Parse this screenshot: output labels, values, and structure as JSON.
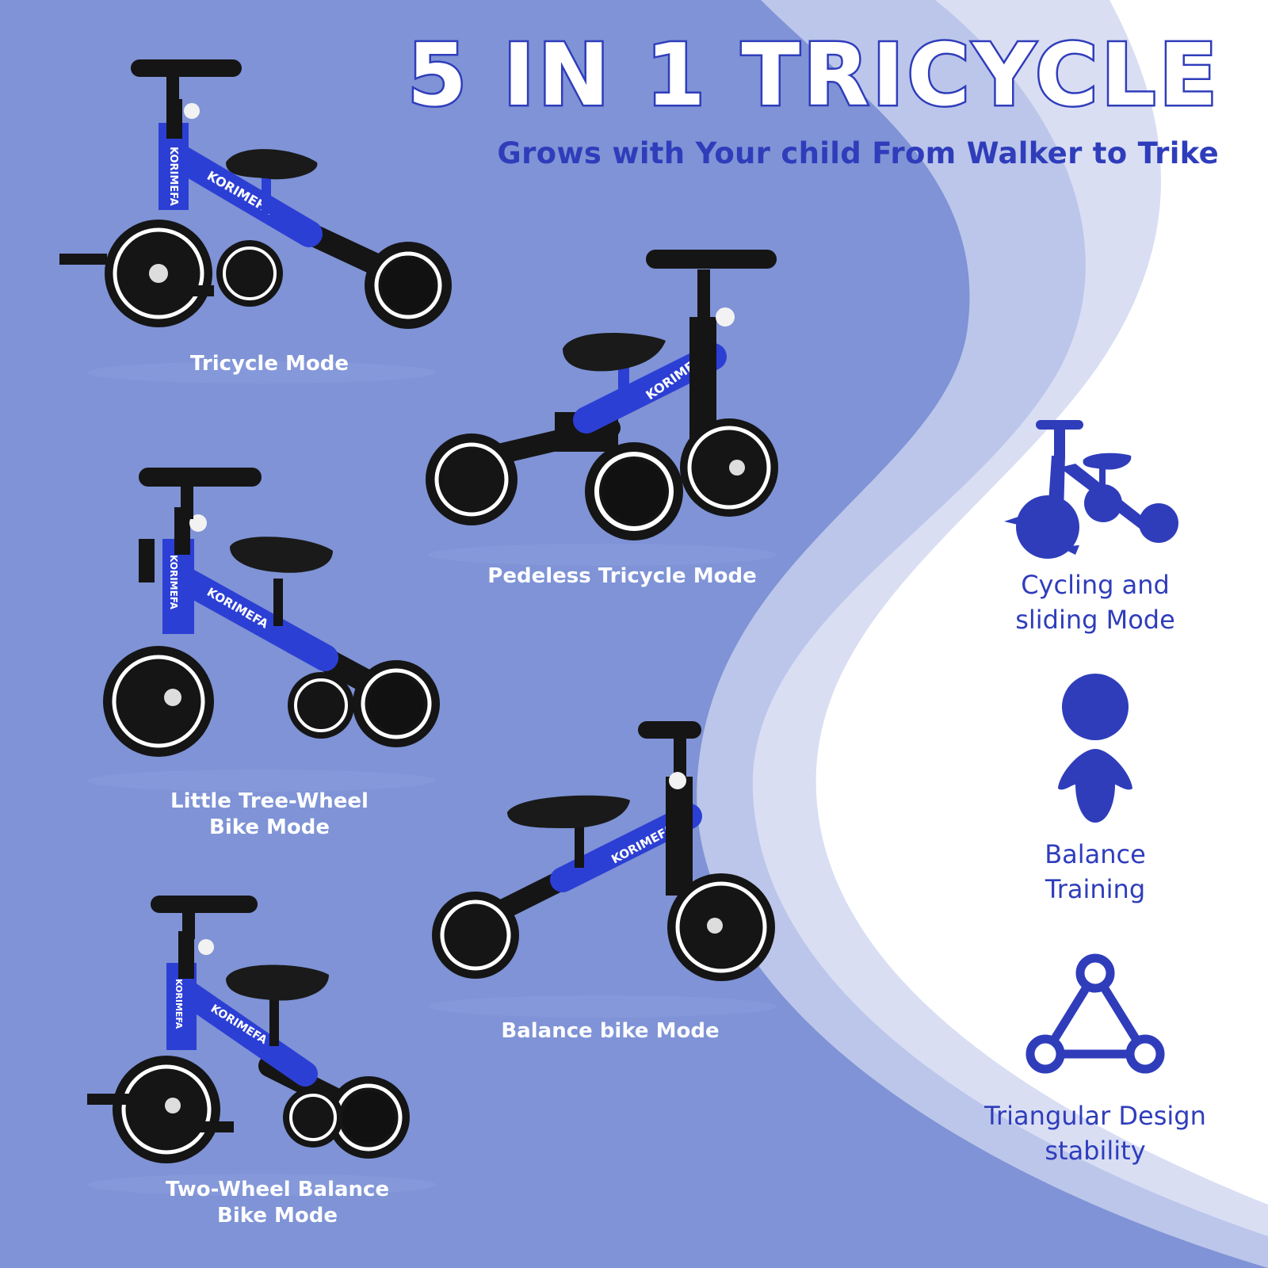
{
  "header": {
    "title": "5 IN 1 TRICYCLE",
    "subtitle": "Grows with Your child From Walker to Trike"
  },
  "colors": {
    "background": "#7f93d6",
    "wave_mid": "#bcc6ea",
    "wave_light": "#d9def3",
    "panel": "#ffffff",
    "accent": "#2f3dbb",
    "bike_frame": "#2c3fd4",
    "bike_black": "#151515"
  },
  "brand": "KORIMEFA",
  "modes": [
    {
      "label": "Tricycle Mode",
      "icon": "tricycle-with-pedals-image"
    },
    {
      "label": "Pedeless Tricycle Mode",
      "icon": "pedalless-tricycle-image"
    },
    {
      "label_line1": "Little Tree-Wheel",
      "label_line2": "Bike Mode",
      "icon": "little-three-wheel-bike-image"
    },
    {
      "label": "Balance bike Mode",
      "icon": "balance-bike-image"
    },
    {
      "label_line1": "Two-Wheel Balance",
      "label_line2": "Bike Mode",
      "icon": "two-wheel-balance-bike-image"
    }
  ],
  "features": [
    {
      "line1": "Cycling and",
      "line2": "sliding Mode",
      "icon": "tricycle-silhouette-icon"
    },
    {
      "line1": "Balance",
      "line2": "Training",
      "icon": "person-balance-icon"
    },
    {
      "line1": "Triangular Design",
      "line2": "stability",
      "icon": "triangle-nodes-icon"
    }
  ]
}
